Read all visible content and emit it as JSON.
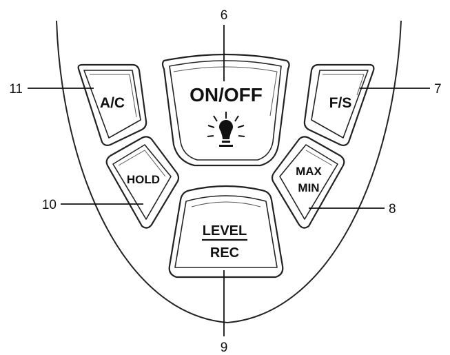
{
  "buttons": {
    "on_off": "ON/OFF",
    "ac": "A/C",
    "fs": "F/S",
    "hold": "HOLD",
    "max_line": "MAX",
    "min_line": "MIN",
    "level_line": "LEVEL",
    "rec_line": "REC"
  },
  "callouts": {
    "c6": "6",
    "c7": "7",
    "c8": "8",
    "c9": "9",
    "c10": "10",
    "c11": "11"
  },
  "icons": {
    "backlight": "lightbulb-icon"
  }
}
